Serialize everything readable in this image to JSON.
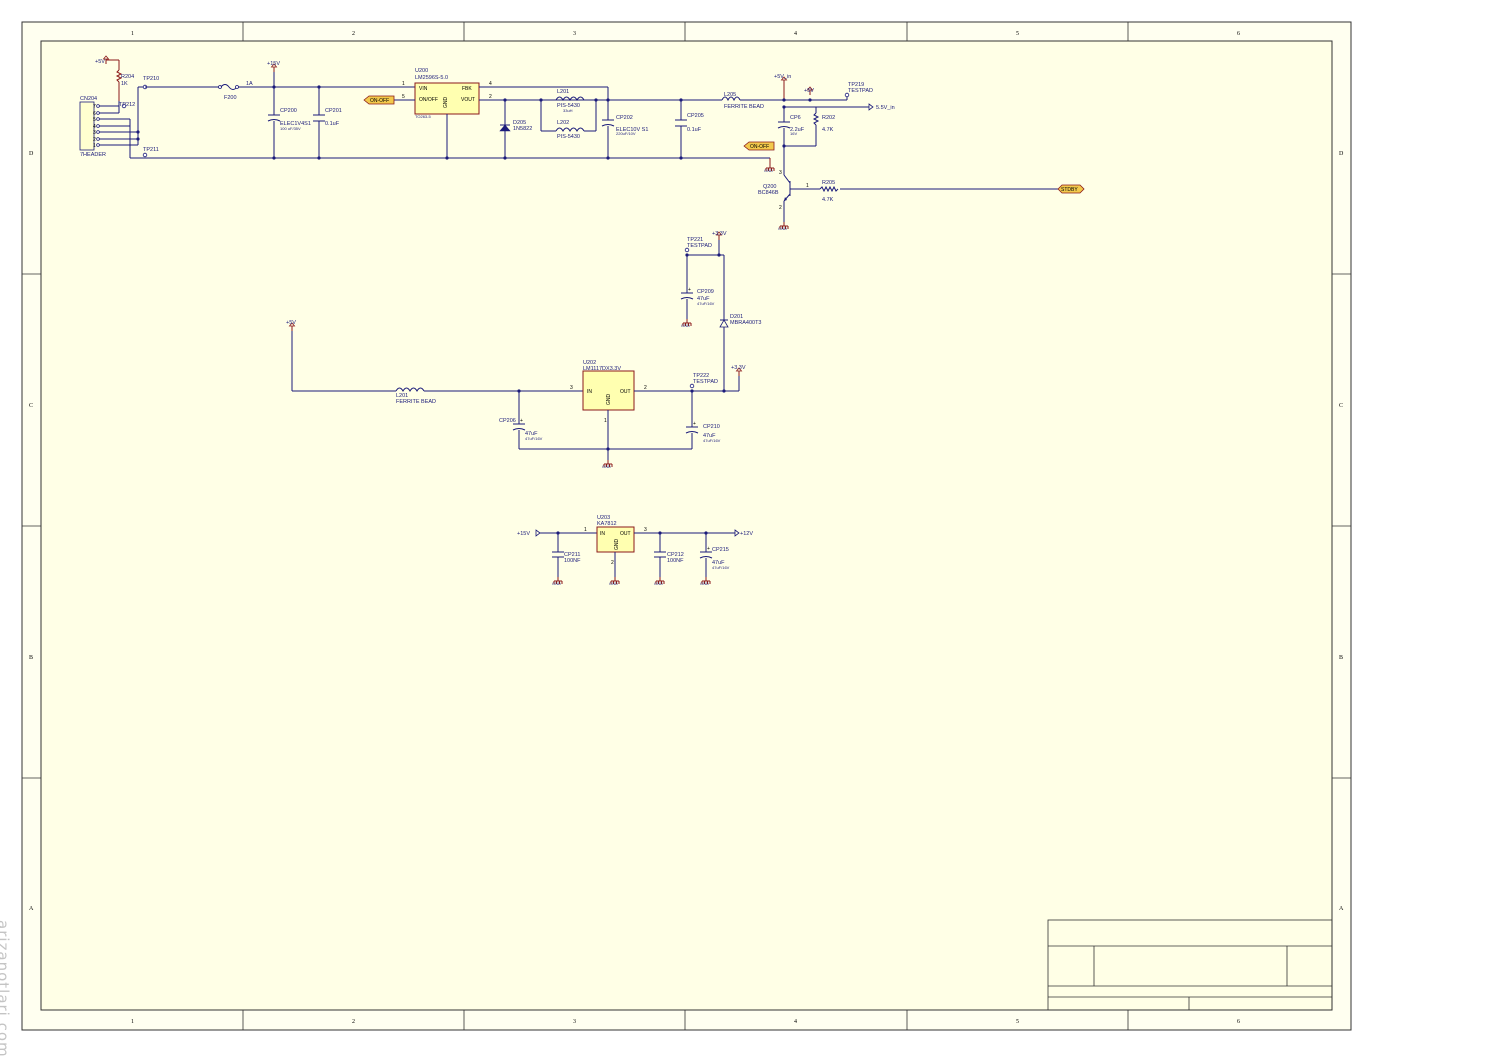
{
  "watermark": "arizanotlari.com",
  "grid": {
    "columns": [
      "1",
      "2",
      "3",
      "4",
      "5",
      "6"
    ],
    "rows": [
      "D",
      "C",
      "B",
      "A"
    ]
  },
  "nets": {
    "p5v": "+5V",
    "p15v": "+15V",
    "p3v3": "+3.3V",
    "p5v_in": "+5V_in",
    "p5vin_arrow": "5.5V_in",
    "gnd": "GND",
    "p12v": "+12V",
    "p15v_in": "+15V"
  },
  "ports": {
    "on_off_1": "ON-OFF",
    "on_off_2": "ON-OFF",
    "stdby": "STDBY"
  },
  "top": {
    "r204": "R204",
    "r204_val": "1K",
    "cn204": "CN204",
    "cn204_type": "7HEADER",
    "cn_pins": [
      "7",
      "6",
      "5",
      "4",
      "3",
      "2",
      "1"
    ],
    "tp210": "TP210",
    "tp212": "TP212",
    "tp211": "TP211",
    "f200": "F200",
    "f200_val": "1A",
    "cp200": "CP200",
    "cp200_val": "ELEC1V4S1",
    "cp200_sub": "100 uF/35V",
    "cp201": "CP201",
    "cp201_val": "0.1uF",
    "u200": "U200",
    "u200_part": "LM2596S-5.0",
    "u200_vin": "VIN",
    "u200_fbk": "FBK",
    "u200_onoff": "ON/OFF",
    "u200_vout": "VOUT",
    "u200_gnd": "GND",
    "u200_pkg": "TO263-5",
    "pin1": "1",
    "pin4": "4",
    "pin5": "5",
    "pin2": "2",
    "pin3": "3",
    "d205": "D205",
    "d205_val": "1N5822",
    "l201": "L201",
    "l201_val": "PIS-5430",
    "l201_sub": "33uH",
    "l202": "L202",
    "l202_val": "PIS-5430",
    "cp202": "CP202",
    "cp202_val": "ELEC10V S1",
    "cp202_sub": "220uF/10V",
    "cp205": "CP205",
    "cp205_val": "0.1uF",
    "l205": "L205",
    "l205_val": "FERRITE BEAD",
    "cp6": "CP6",
    "cp6_val": "2.2uF",
    "cp6_sub": "16V",
    "r202": "R202",
    "r202_val": "4.7K",
    "tp219": "TP219",
    "tp219_val": "TESTPAD",
    "q200": "Q200",
    "q200_val": "BC846B",
    "r205": "R205",
    "r205_val": "4.7K",
    "r205_pin": "1"
  },
  "mid": {
    "tp221": "TP221",
    "tp221_val": "TESTPAD",
    "cp209": "CP209",
    "cp209_val": "47uF",
    "cp209_sub": "47uF/16V",
    "d201": "D201",
    "d201_val": "MBRA400T3",
    "l201": "L201",
    "l201_val": "FERRITE BEAD",
    "u202": "U202",
    "u202_part": "LM1117DX3.3V",
    "u202_in": "IN",
    "u202_out": "OUT",
    "u202_gnd": "GND",
    "pin3": "3",
    "pin2": "2",
    "pin1": "1",
    "tp222": "TP222",
    "tp222_val": "TESTPAD",
    "cp206": "CP206",
    "cp206_val": "47uF",
    "cp206_sub": "47uF/16V",
    "cp210": "CP210",
    "cp210_val": "47uF",
    "cp210_sub": "47uF/16V"
  },
  "low": {
    "u203": "U203",
    "u203_part": "KA7812",
    "u203_in": "IN",
    "u203_out": "OUT",
    "u203_gnd": "GND",
    "pin1": "1",
    "pin3": "3",
    "pin2": "2",
    "cp211": "CP211",
    "cp211_val": "100NF",
    "cp212": "CP212",
    "cp212_val": "100NF",
    "cp215": "CP215",
    "cp215_val": "47uF",
    "cp215_sub": "47uF/16V"
  }
}
